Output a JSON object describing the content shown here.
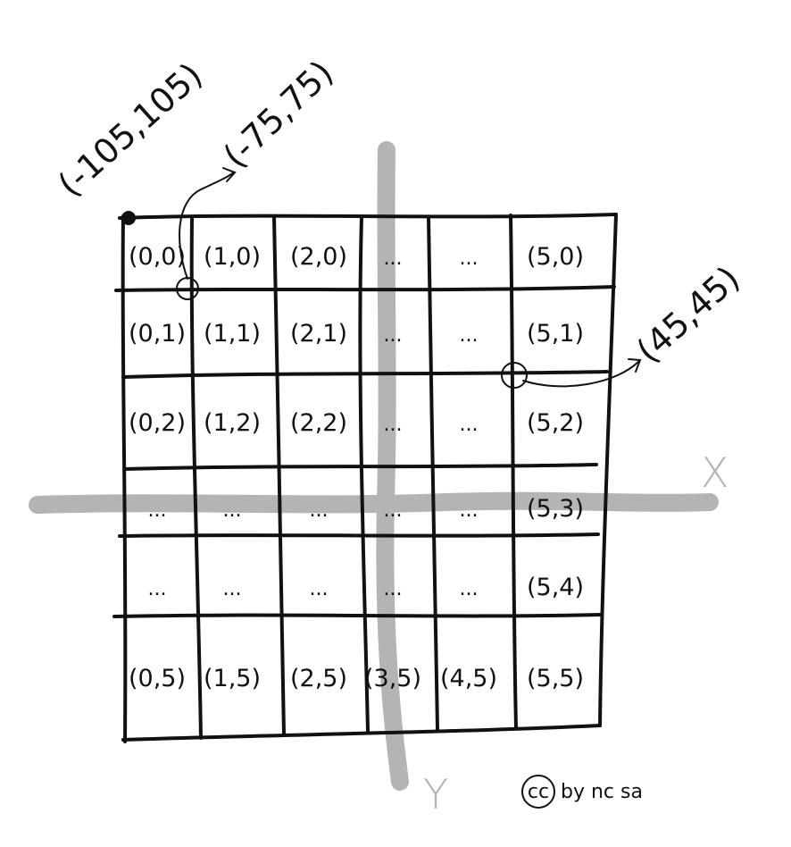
{
  "diagram": {
    "axes": {
      "x_label": "X",
      "y_label": "Y"
    },
    "grid": {
      "rows": [
        [
          "(0,0)",
          "(1,0)",
          "(2,0)",
          "...",
          "...",
          "(5,0)"
        ],
        [
          "(0,1)",
          "(1,1)",
          "(2,1)",
          "...",
          "...",
          "(5,1)"
        ],
        [
          "(0,2)",
          "(1,2)",
          "(2,2)",
          "...",
          "...",
          "(5,2)"
        ],
        [
          "...",
          "...",
          "...",
          "...",
          "...",
          "(5,3)"
        ],
        [
          "...",
          "...",
          "...",
          "...",
          "...",
          "(5,4)"
        ],
        [
          "(0,5)",
          "(1,5)",
          "(2,5)",
          "(3,5)",
          "(4,5)",
          "(5,5)"
        ]
      ]
    },
    "annotations": [
      {
        "label": "(-105,105)",
        "marker": "dot"
      },
      {
        "label": "(-75,75)",
        "marker": "circle"
      },
      {
        "label": "(45,45)",
        "marker": "circle"
      }
    ],
    "credit": {
      "badge": "cc",
      "text": "by nc sa"
    },
    "colors": {
      "ink": "#111111",
      "axis": "#b4b4b4",
      "background": "#ffffff"
    }
  }
}
